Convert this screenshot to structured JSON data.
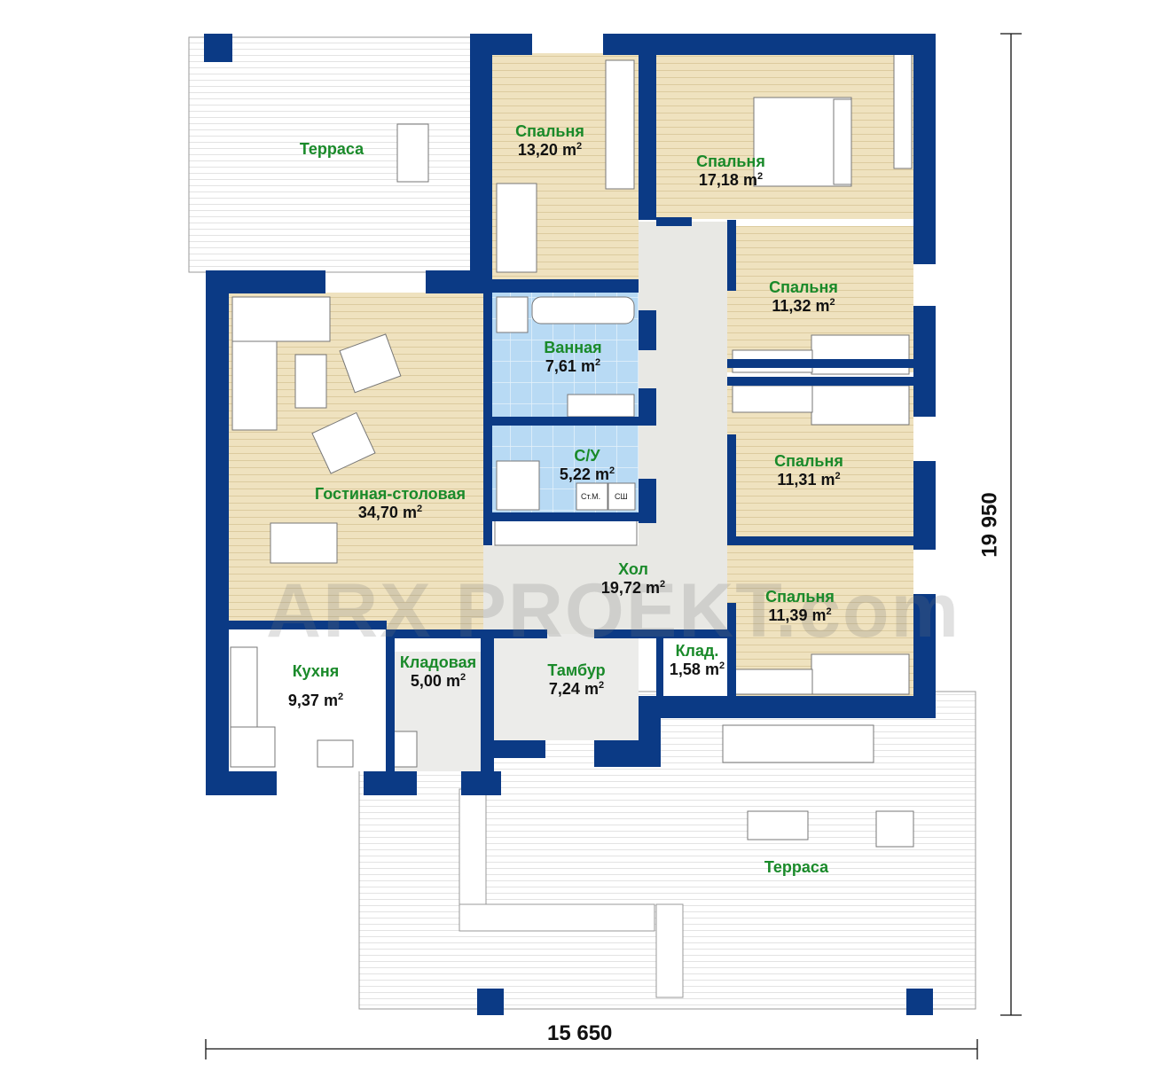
{
  "rooms": [
    {
      "id": "terrace-top",
      "name": "Терраса",
      "area": ""
    },
    {
      "id": "bedroom-1",
      "name": "Спальня",
      "area": "13,20 m"
    },
    {
      "id": "bedroom-2",
      "name": "Спальня",
      "area": "17,18 m"
    },
    {
      "id": "bedroom-3",
      "name": "Спальня",
      "area": "11,32 m"
    },
    {
      "id": "bathroom",
      "name": "Ванная",
      "area": "7,61 m"
    },
    {
      "id": "wc",
      "name": "С/У",
      "area": "5,22 m"
    },
    {
      "id": "bedroom-4",
      "name": "Спальня",
      "area": "11,31 m"
    },
    {
      "id": "living-dining",
      "name": "Гостиная-столовая",
      "area": "34,70 m"
    },
    {
      "id": "hall",
      "name": "Хол",
      "area": "19,72 m"
    },
    {
      "id": "bedroom-5",
      "name": "Спальня",
      "area": "11,39 m"
    },
    {
      "id": "kitchen",
      "name": "Кухня",
      "area": "9,37 m"
    },
    {
      "id": "pantry",
      "name": "Кладовая",
      "area": "5,00 m"
    },
    {
      "id": "vestibule",
      "name": "Тамбур",
      "area": "7,24 m"
    },
    {
      "id": "storage",
      "name": "Клад.",
      "area": "1,58 m"
    },
    {
      "id": "terrace-bottom",
      "name": "Терраса",
      "area": ""
    }
  ],
  "area_unit_sup": "2",
  "appliances": {
    "washer": "Ст.М.",
    "dryer": "СШ"
  },
  "dimensions": {
    "width": "15 650",
    "height": "19 950"
  },
  "watermark": "ARX PROEKT.com",
  "colors": {
    "wall": "#0b3a85",
    "floor": "#efe2bf",
    "tile": "#b8daf4",
    "hall": "#e8e8e4"
  }
}
